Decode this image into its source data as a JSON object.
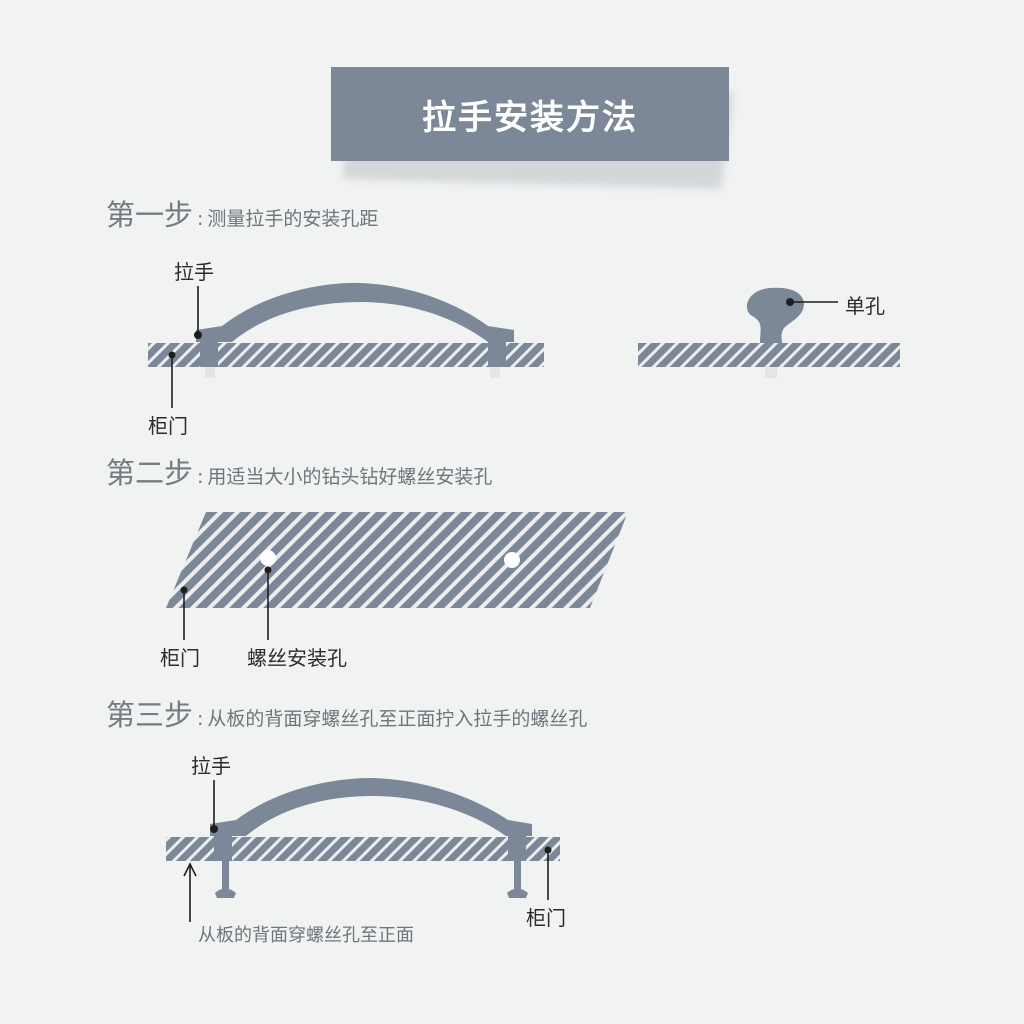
{
  "title": "拉手安装方法",
  "steps": [
    {
      "number": "第一步",
      "colon": ":",
      "text": "测量拉手的安装孔距"
    },
    {
      "number": "第二步",
      "colon": ":",
      "text": "用适当大小的钻头钻好螺丝安装孔"
    },
    {
      "number": "第三步",
      "colon": ":",
      "text": "从板的背面穿螺丝孔至正面拧入拉手的螺丝孔"
    }
  ],
  "labels": {
    "handle_1": "拉手",
    "door_1": "柜门",
    "single_hole": "单孔",
    "door_2": "柜门",
    "screw_hole": "螺丝安装孔",
    "handle_3": "拉手",
    "door_3": "柜门",
    "back_note": "从板的背面穿螺丝孔至正面"
  },
  "colors": {
    "steel": "#7c8898",
    "hatch_light": "#ffffff",
    "text_dark": "#2c2c2c",
    "text_gray": "#757b82"
  }
}
